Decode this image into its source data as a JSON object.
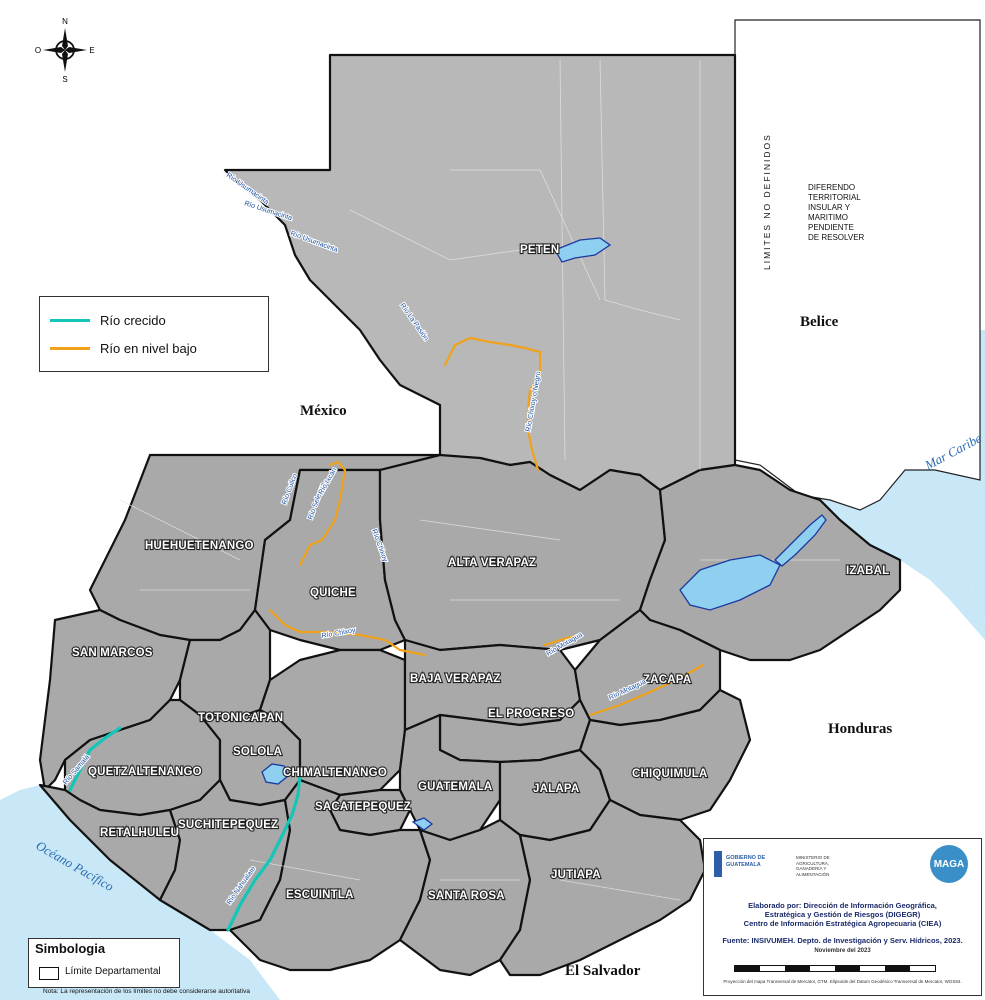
{
  "map": {
    "compass": {
      "n": "N",
      "s": "S",
      "e": "E",
      "o": "O"
    },
    "countries": {
      "mexico": "México",
      "belice": "Belice",
      "honduras": "Honduras",
      "el_salvador": "El Salvador"
    },
    "water_bodies": {
      "pacific": "Océano Pacífico",
      "caribbean": "Mar Caribe"
    },
    "departments": [
      "PETEN",
      "HUEHUETENANGO",
      "QUICHE",
      "ALTA VERAPAZ",
      "IZABAL",
      "SAN MARCOS",
      "BAJA VERAPAZ",
      "ZACAPA",
      "TOTONICAPAN",
      "SOLOLA",
      "EL PROGRESO",
      "QUETZALTENANGO",
      "CHIMALTENANGO",
      "GUATEMALA",
      "JALAPA",
      "CHIQUIMULA",
      "SACATEPEQUEZ",
      "RETALHULEU",
      "SUCHITEPEQUEZ",
      "ESCUINTLA",
      "SANTA ROSA",
      "JUTIAPA"
    ],
    "limites_text": "LIMITES NO DEFINIDOS",
    "diferendo_text": [
      "DIFERENDO",
      "TERRITORIAL",
      "INSULAR Y",
      "MARITIMO",
      "PENDIENTE",
      "DE RESOLVER"
    ],
    "river_labels": [
      "Río Usumacinta",
      "Río Usumacinta",
      "Río Usumacinta",
      "Río La Pasión",
      "Río Cuilco",
      "Río Selegua",
      "Río Ixcán",
      "Río Chixoy",
      "Río Chixoy",
      "Río Chixoy o Negro",
      "Río Motagua",
      "Río Motagua",
      "Río Samalá",
      "Río Nahualate"
    ]
  },
  "legend": {
    "items": [
      {
        "label": "Río crecido",
        "color": "#13c6b8"
      },
      {
        "label": "Río en nivel bajo",
        "color": "#f0a21a"
      }
    ]
  },
  "symbology": {
    "title": "Simbologia",
    "item": "Límite Departamental"
  },
  "note": "Nota: La representación de los límites no debe considerarse autoritativa",
  "credits": {
    "gov": "GOBIERNO DE GUATEMALA",
    "ministry": "MINISTERIO DE AGRICULTURA, GANADERÍA Y ALIMENTACIÓN",
    "maga": "MAGA",
    "line1": "Elaborado por: Dirección de Información Geográfica,",
    "line2": "Estratégica y Gestión de Riesgos (DIGEGR)",
    "line3": "Centro de Información Estratégica Agropecuaria (CIEA)",
    "line4": "Fuente: INSIVUMEH. Depto. de Investigación y Serv. Hídricos, 2023.",
    "date": "Noviembre del 2023",
    "projection": "Proyección del mapa Transversal de Mercator, GTM. Elipsoide del Datum Geodésico Transversal de Mercator, WGS84."
  },
  "colors": {
    "land": "#a9a9a9",
    "water": "#c8e8f8",
    "high_river": "#13c6b8",
    "low_river": "#f0a21a",
    "lake": "#8fd0f0"
  }
}
